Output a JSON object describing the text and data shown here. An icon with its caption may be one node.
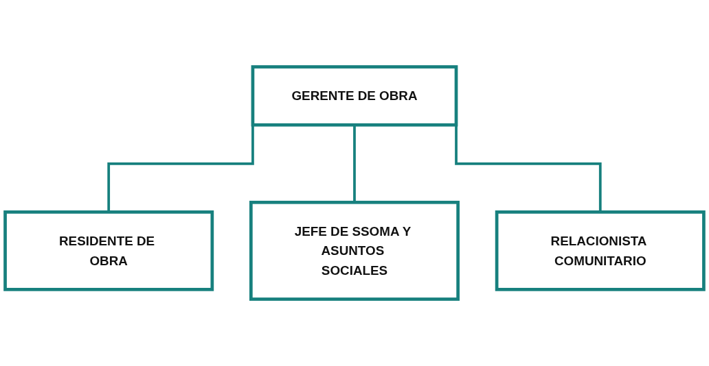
{
  "diagram": {
    "nodes": [
      {
        "text": [
          "GERENTE DE OBRA"
        ]
      },
      {
        "text": [
          "RESIDENTE DE OBRA"
        ]
      },
      {
        "text": [
          "JEFE DE SSOMA Y ASUNTOS SOCIALES"
        ]
      },
      {
        "text": [
          "RELACIONISTA COMUNITARIO"
        ]
      }
    ],
    "edges": [
      {
        "from": 0,
        "to": 1,
        "arrow": "none"
      },
      {
        "from": 0,
        "to": 2,
        "arrow": "none"
      },
      {
        "from": 0,
        "to": 3,
        "arrow": "none"
      }
    ]
  }
}
